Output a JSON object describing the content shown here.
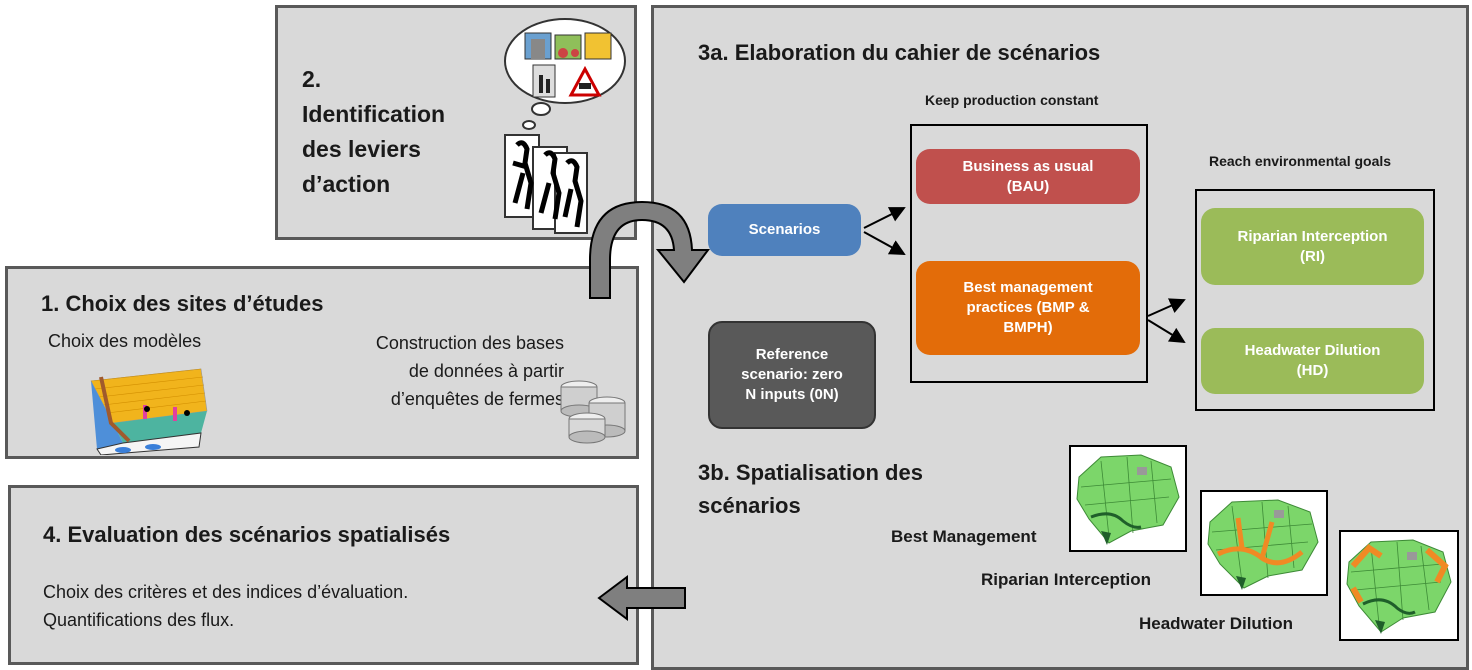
{
  "panel2": {
    "number": "2.",
    "lines": [
      "Identification",
      "des leviers",
      "d’action"
    ]
  },
  "panel1": {
    "title": "1. Choix des sites d’études",
    "models": "Choix des modèles",
    "databases": [
      "Construction des bases",
      "de données à partir",
      "d’enquêtes de fermes"
    ]
  },
  "panel4": {
    "title": "4. Evaluation des scénarios spatialisés",
    "lines": [
      "Choix des critères et des indices d’évaluation.",
      "Quantifications des flux."
    ]
  },
  "panel3": {
    "title_a": "3a. Elaboration du cahier de scénarios",
    "keep_label": "Keep production constant",
    "reach_label": "Reach environmental goals",
    "scenarios": "Scenarios",
    "bau": [
      "Business as usual",
      "(BAU)"
    ],
    "bmp": [
      "Best management",
      "practices (BMP &",
      "BMPH)"
    ],
    "reference": [
      "Reference",
      "scenario: zero",
      "N inputs (0N)"
    ],
    "ri": [
      "Riparian Interception",
      "(RI)"
    ],
    "hd": [
      "Headwater Dilution",
      "(HD)"
    ],
    "title_b": [
      "3b. Spatialisation des",
      "scénarios"
    ],
    "map_labels": [
      "Best Management",
      "Riparian Interception",
      "Headwater Dilution"
    ]
  },
  "colors": {
    "panel": "#d9d9d9",
    "scenarios": "#4f81bd",
    "bau": "#c0504d",
    "bmp": "#e36c09",
    "green": "#9bbb59",
    "reference": "#595959"
  }
}
